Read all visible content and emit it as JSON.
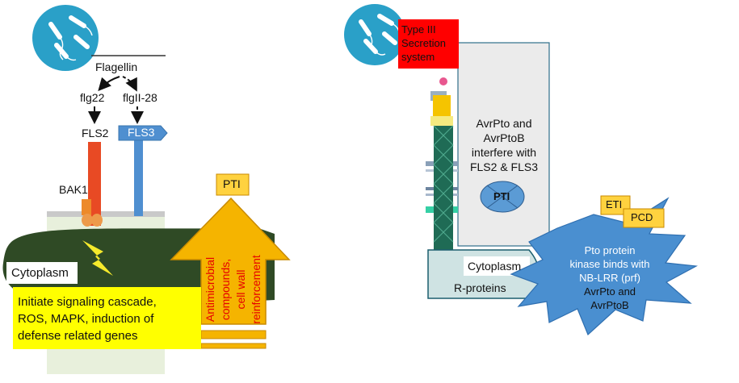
{
  "left_panel": {
    "flagellin": "Flagellin",
    "flg22": "flg22",
    "flgii28": "flgII-28",
    "fls2": "FLS2",
    "fls3": "FLS3",
    "bak1": "BAK1",
    "pti": "PTI",
    "cytoplasm": "Cytoplasm",
    "arrow_text": [
      "Antimicrobial",
      "compounds,",
      "cell wall",
      "reinforcement"
    ],
    "cascade": [
      "Initiate signaling cascade,",
      "ROS, MAPK, induction of",
      "defense related genes"
    ]
  },
  "right_panel": {
    "t3ss": [
      "Type III",
      "Secretion",
      "system"
    ],
    "interfere": [
      "AvrPto and",
      "AvrPtoB",
      "interfere with",
      "FLS2 & FLS3"
    ],
    "pti": "PTI",
    "eti": "ETI",
    "pcd": "PCD",
    "cytoplasm": "Cytoplasm",
    "r_proteins": "R-proteins",
    "star_white": [
      "Pto protein",
      "kinase binds with",
      "NB-LRR (prf)"
    ],
    "star_dark": [
      "AvrPto and",
      "AvrPtoB"
    ]
  },
  "colors": {
    "membrane_green": "#2f4a25",
    "pale_green": "#e8f0dc",
    "fls2_red": "#e84a24",
    "fls3_blue": "#4f8fd0",
    "pti_arrow": "#f5b400",
    "yellow_box": "#ffff00",
    "red_box": "#ff0000",
    "teal_channel": "#1f6b55",
    "star_blue": "#4a8fd0",
    "bacteria_badge": "#2aa0c8"
  }
}
